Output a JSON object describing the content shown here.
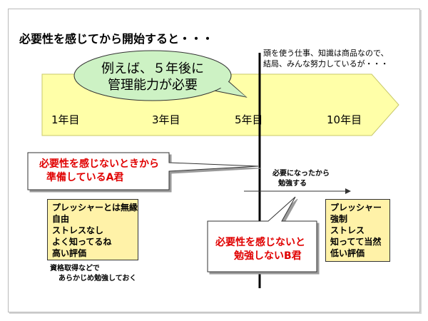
{
  "title": "必要性を感じてから開始すると・・・",
  "top_note": [
    "頭を使う仕事、知識は商品なので、",
    "結局、みんな努力しているが・・・"
  ],
  "bubble": [
    "例えば、５年後に",
    "管理能力が必要"
  ],
  "timeline": {
    "years": [
      "1年目",
      "3年目",
      "5年目",
      "10年目"
    ]
  },
  "person_a": {
    "label": [
      "必要性を感じないときから",
      "準備しているA君"
    ],
    "traits": [
      "プレッシャーとは無縁",
      "自由",
      "ストレスなし",
      "よく知ってるね",
      "高い評価"
    ],
    "note": [
      "資格取得などで",
      "あらかじめ勉強しておく"
    ]
  },
  "person_b": {
    "trigger": [
      "必要になったから",
      "勉強する"
    ],
    "label": [
      "必要性を感じないと",
      "勉強しないB君"
    ],
    "traits": [
      "プレッシャー",
      "強制",
      "ストレス",
      "知ってて当然",
      "低い評価"
    ]
  },
  "colors": {
    "arrow_fill": "#ffffa8",
    "box_fill": "#fff2a8",
    "bubble_fill": "#cdf2c4",
    "accent_red": "#e00000"
  }
}
